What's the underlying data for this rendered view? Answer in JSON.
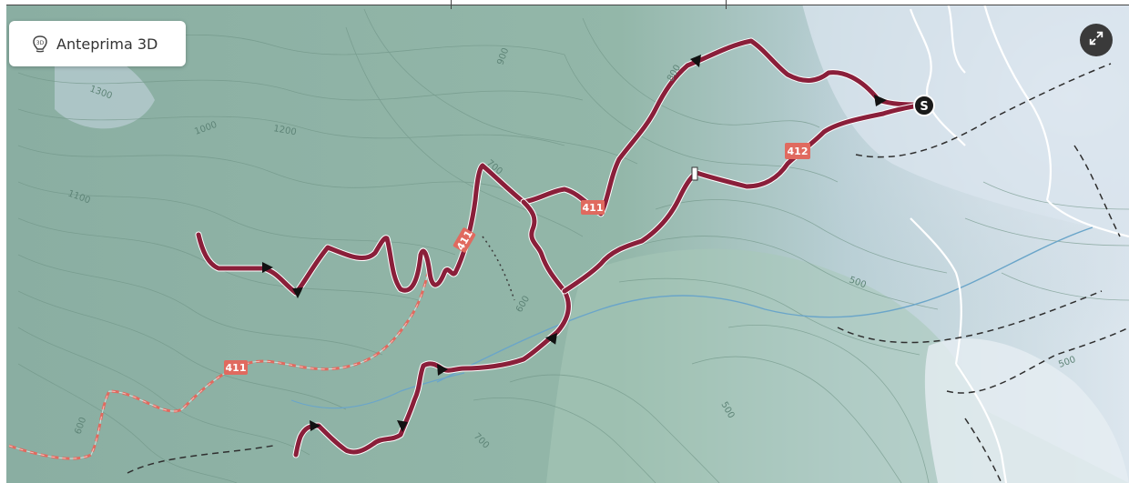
{
  "preview_button": {
    "label": "Anteprima 3D",
    "icon": "3d-view-icon"
  },
  "fullscreen_button": {
    "icon": "expand-icon"
  },
  "start_marker": {
    "text": "S"
  },
  "route_labels": [
    "411",
    "411",
    "411",
    "412"
  ],
  "contour_labels": [
    "1300",
    "1200",
    "1100",
    "1000",
    "900",
    "800",
    "700",
    "700",
    "600",
    "600",
    "500",
    "500",
    "500"
  ],
  "colors": {
    "route": "#8a1f3a",
    "route_label_bg": "#e06a5f",
    "trail_dashed": "#e06a5f",
    "terrain_dark": "#7fa596",
    "terrain_light": "#d7e2ec",
    "water": "#6aa5c9"
  }
}
